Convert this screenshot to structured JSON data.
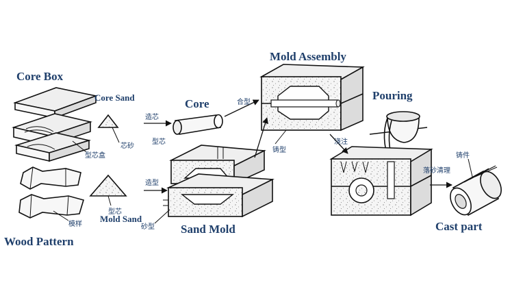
{
  "labels": {
    "core_box": "Core Box",
    "core_sand": "Core Sand",
    "core": "Core",
    "mold_assembly": "Mold Assembly",
    "pouring": "Pouring",
    "mold_sand": "Mold Sand",
    "sand_mold": "Sand Mold",
    "wood_pattern": "Wood Pattern",
    "cast_part": "Cast part"
  },
  "cn_labels": {
    "core_sand_cn": "芯砂",
    "core_box_cn": "型芯盒",
    "core_making": "造芯",
    "core_cn": "型芯",
    "mold_assembly_cn": "合型",
    "casting_mold": "铸型",
    "pour_cn": "浇注",
    "casting_cn": "铸件",
    "shakeout": "落砂清理",
    "mold_making": "造型",
    "mold_core": "型芯",
    "pattern_cn": "模样",
    "molding_sand": "砂型"
  },
  "colors": {
    "label_text": "#1f3f6b",
    "line": "#111111",
    "background": "#ffffff"
  }
}
